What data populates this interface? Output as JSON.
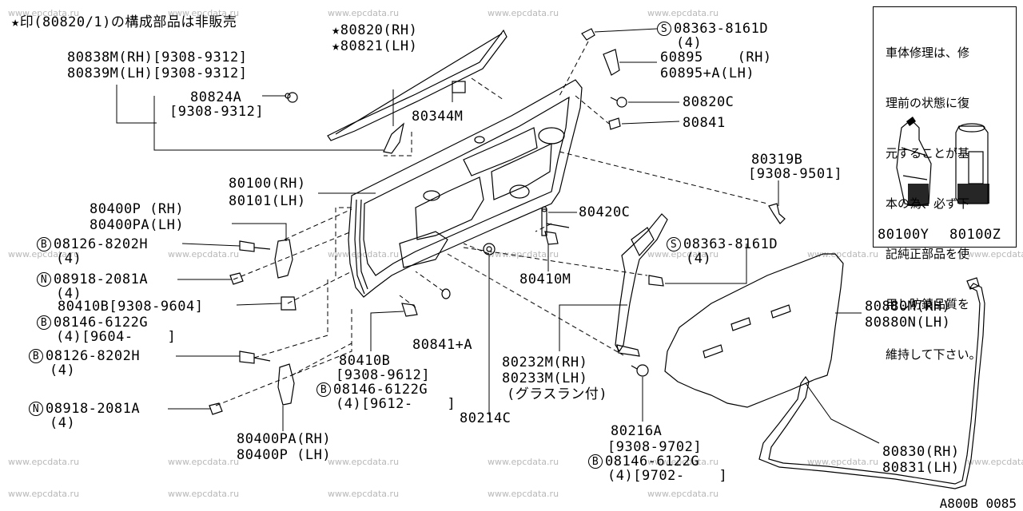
{
  "header_note": "★印(80820/1)の構成部品は非販売",
  "diagram_ref": "A800B 0085",
  "watermark_text": "www.epcdata.ru",
  "side_note": {
    "text_lines": [
      "車体修理は、修",
      "理前の状態に復",
      "元することが基",
      "本の為、必ず下",
      "記純正部品を使",
      "用し防錆品質を",
      "維持して下さい。"
    ],
    "part_left": "80100Y",
    "part_right": "80100Z"
  },
  "labels": {
    "l80820": "★80820(RH)",
    "l80821": "★80821(LH)",
    "l80838": "80838M(RH)[9308-9312]",
    "l80839": "80839M(LH)[9308-9312]",
    "l80824": "80824A",
    "l80824d": "[9308-9312]",
    "l80344": "80344M",
    "s1_no": "08363-8161D",
    "s1_q": "(4)",
    "l60895": "60895    (RH)",
    "l60895a": "60895+A(LH)",
    "l80820c": "80820C",
    "l80841": "80841",
    "l80319": "80319B",
    "l80319d": "[9308-9501]",
    "l80100": "80100(RH)",
    "l80101": "80101(LH)",
    "l80400p": "80400P (RH)",
    "l80400pa": "80400PA(LH)",
    "b1_no": "08126-8202H",
    "b1_q": "(4)",
    "n1_no": "08918-2081A",
    "n1_q": "(4)",
    "l80410b1": "80410B[9308-9604]",
    "b2_no": "08146-6122G",
    "b2_q": "(4)[9604-    ]",
    "b3_no": "08126-8202H",
    "b3_q": "(4)",
    "n2_no": "08918-2081A",
    "n2_q": "(4)",
    "l80400pa2": "80400PA(RH)",
    "l80400p2": "80400P (LH)",
    "l80420c": "80420C",
    "l80410m": "80410M",
    "s2_no": "08363-8161D",
    "s2_q": "(4)",
    "l80410b2": "80410B",
    "l80410b2d": "[9308-9612]",
    "b4_no": "08146-6122G",
    "b4_q": "(4)[9612-    ]",
    "l80841a": "80841+A",
    "l80214c": "80214C",
    "l80232": "80232M(RH)",
    "l80233": "80233M(LH)",
    "l80232n": "(グラスラン付)",
    "l80880m": "80880M(RH)",
    "l80880n": "80880N(LH)",
    "l80216": "80216A",
    "l80216d": "[9308-9702]",
    "b5_no": "08146-6122G",
    "b5_q": "(4)[9702-    ]",
    "l80830": "80830(RH)",
    "l80831": "80831(LH)"
  },
  "symbols": {
    "S": "S",
    "B": "B",
    "N": "N"
  }
}
